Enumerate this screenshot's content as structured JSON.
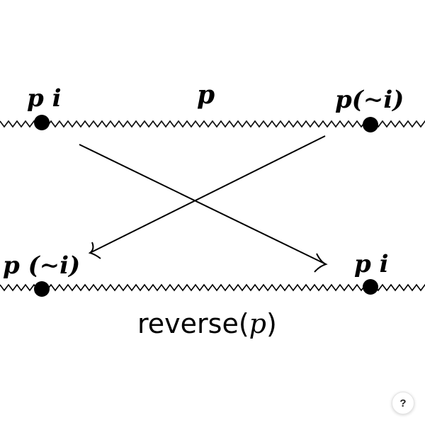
{
  "diagram": {
    "top_path": {
      "name": "p",
      "start_label": "p i",
      "end_label": "p(∼i)"
    },
    "bottom_path": {
      "name_func": "reverse",
      "name_open": "(",
      "name_var": "p",
      "name_close": ")",
      "start_label": "p (∼i)",
      "end_label": "p i"
    }
  },
  "help": {
    "label": "?"
  }
}
